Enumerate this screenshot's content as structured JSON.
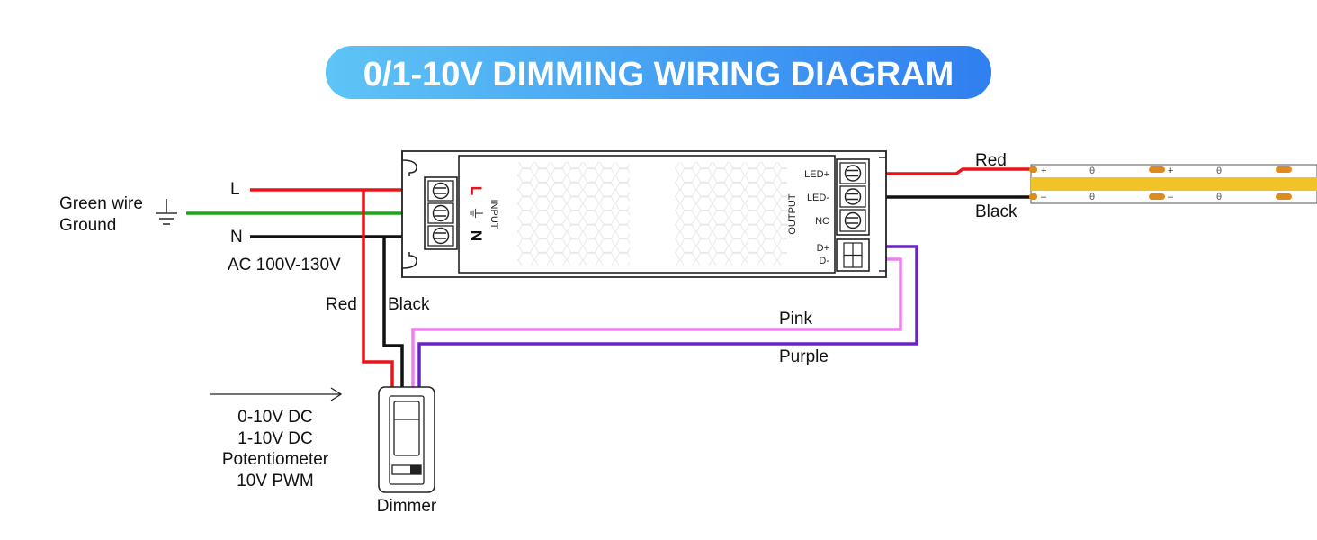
{
  "title": "0/1-10V DIMMING WIRING DIAGRAM",
  "colors": {
    "title_gradient_start": "#5ec4f5",
    "title_gradient_end": "#2f7ff0",
    "wire_red": "#e8141a",
    "wire_black": "#111111",
    "wire_green": "#1aa51a",
    "wire_pink": "#f07ef0",
    "wire_purple": "#6a22c8",
    "strip_yellow": "#f2c229",
    "led_orange": "#e08a1e"
  },
  "mains": {
    "ground_label_line1": "Green wire",
    "ground_label_line2": "Ground",
    "l_label": "L",
    "n_label": "N",
    "voltage": "AC 100V-130V"
  },
  "driver": {
    "input_title": "INPUT",
    "input_terminals": [
      "L",
      "⏚",
      "N"
    ],
    "output_title": "OUTPUT",
    "output_terminals": [
      "LED+",
      "LED-",
      "NC"
    ],
    "dim_terminals": [
      "D+",
      "D-"
    ]
  },
  "wires": {
    "red_to_dimmer": "Red",
    "black_to_dimmer": "Black",
    "pink": "Pink",
    "purple": "Purple",
    "strip_red": "Red",
    "strip_black": "Black"
  },
  "dimmer": {
    "label": "Dimmer",
    "signal_types": [
      "0-10V DC",
      "1-10V DC",
      "Potentiometer",
      "10V PWM"
    ]
  },
  "strip": {
    "plus_marks": [
      "+",
      "+"
    ],
    "minus_marks": [
      "–",
      "–"
    ],
    "pad_marks": [
      "θ",
      "θ",
      "θ",
      "θ"
    ]
  }
}
